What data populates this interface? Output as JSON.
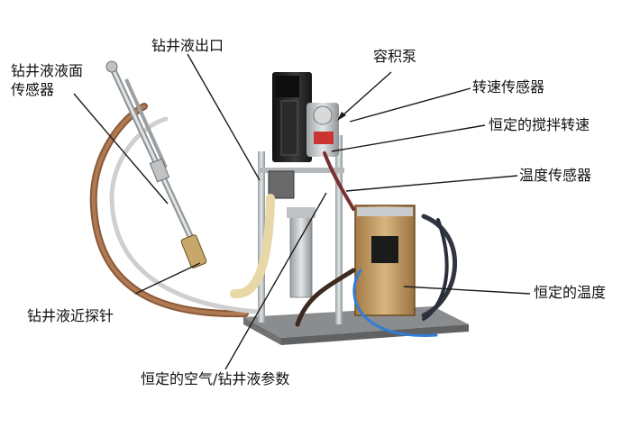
{
  "figure": {
    "labels": {
      "level_sensor_line1": "钻井液液面",
      "level_sensor_line2": "传感器",
      "outlet": "钻井液出口",
      "pump": "容积泵",
      "speed_sensor": "转速传感器",
      "constant_stir": "恒定的搅拌转速",
      "temp_sensor": "温度传感器",
      "proximity_probe": "钻井液近探针",
      "constant_temp": "恒定的温度",
      "air_params": "恒定的空气/钻井液参数"
    }
  }
}
